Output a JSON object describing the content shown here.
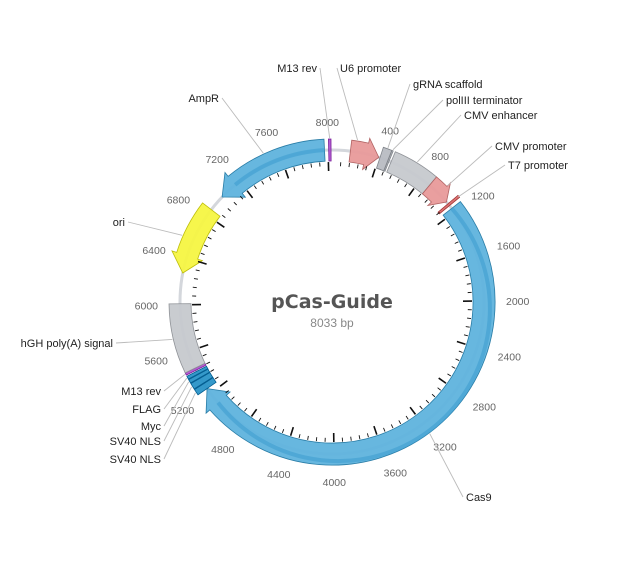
{
  "plasmid": {
    "name": "pCas-Guide",
    "length_label": "8033 bp",
    "length": 8033
  },
  "ticks": {
    "major": [
      400,
      800,
      1200,
      1600,
      2000,
      2400,
      2800,
      3200,
      3600,
      4000,
      4400,
      4800,
      5200,
      5600,
      6000,
      6400,
      6800,
      7200,
      7600,
      8000
    ],
    "major_labels": [
      "400",
      "800",
      "1200",
      "1600",
      "2000",
      "2400",
      "2800",
      "3200",
      "3600",
      "4000",
      "4400",
      "4800",
      "5200",
      "5600",
      "6000",
      "6400",
      "6800",
      "7200",
      "7600",
      "8000"
    ],
    "minor_step": 80
  },
  "features": [
    {
      "name": "U6 promoter",
      "start": 155,
      "end": 400,
      "strand": 1,
      "color": "#e89a9a",
      "type": "arrow"
    },
    {
      "name": "gRNA scaffold",
      "start": 410,
      "end": 480,
      "strand": 0,
      "color": "#b8bcc2",
      "type": "box"
    },
    {
      "name": "polIII terminator",
      "start": 482,
      "end": 492,
      "strand": 0,
      "color": "#b8bcc2",
      "type": "box"
    },
    {
      "name": "CMV enhancer",
      "start": 510,
      "end": 890,
      "strand": 0,
      "color": "#c6c9ce",
      "type": "box"
    },
    {
      "name": "CMV promoter",
      "start": 890,
      "end": 1090,
      "strand": 1,
      "color": "#e89a9a",
      "type": "arrow"
    },
    {
      "name": "T7 promoter",
      "start": 1110,
      "end": 1130,
      "strand": 1,
      "color": "#d96b6b",
      "type": "thin"
    },
    {
      "name": "Cas9",
      "start": 1160,
      "end": 5250,
      "strand": 1,
      "color": "#5fb3dd",
      "type": "arrow"
    },
    {
      "name": "SV40 NLS",
      "start": 5250,
      "end": 5300,
      "strand": 0,
      "color": "#2a93c7",
      "type": "box"
    },
    {
      "name": "SV40 NLS",
      "start": 5305,
      "end": 5355,
      "strand": 0,
      "color": "#2a93c7",
      "type": "box"
    },
    {
      "name": "Myc",
      "start": 5360,
      "end": 5390,
      "strand": 0,
      "color": "#2a93c7",
      "type": "box"
    },
    {
      "name": "FLAG",
      "start": 5395,
      "end": 5420,
      "strand": 0,
      "color": "#2a93c7",
      "type": "box"
    },
    {
      "name": "M13 rev",
      "start": 5430,
      "end": 5450,
      "strand": 0,
      "color": "#b055d0",
      "type": "box"
    },
    {
      "name": "hGH poly(A) signal",
      "start": 5450,
      "end": 6010,
      "strand": 0,
      "color": "#c6c9ce",
      "type": "box"
    },
    {
      "name": "ori",
      "start": 6270,
      "end": 6860,
      "strand": -1,
      "color": "#f5f542",
      "type": "arrow"
    },
    {
      "name": "AmpR",
      "start": 7000,
      "end": 7970,
      "strand": -1,
      "color": "#5fb3dd",
      "type": "arrow"
    },
    {
      "name": "M13 rev",
      "start": 8005,
      "end": 8025,
      "strand": 0,
      "color": "#b055d0",
      "type": "box"
    }
  ],
  "labels": [
    {
      "text": "M13 rev",
      "pos": 8015,
      "side": "top"
    },
    {
      "text": "U6 promoter",
      "pos": 200,
      "side": "right"
    },
    {
      "text": "gRNA scaffold",
      "pos": 445,
      "side": "right"
    },
    {
      "text": "polIII terminator",
      "pos": 487,
      "side": "right"
    },
    {
      "text": "CMV enhancer",
      "pos": 700,
      "side": "right"
    },
    {
      "text": "CMV promoter",
      "pos": 1000,
      "side": "right"
    },
    {
      "text": "T7 promoter",
      "pos": 1120,
      "side": "right"
    },
    {
      "text": "Cas9",
      "pos": 3200,
      "side": "right"
    },
    {
      "text": "SV40 NLS",
      "pos": 5275,
      "side": "left"
    },
    {
      "text": "SV40 NLS",
      "pos": 5330,
      "side": "left"
    },
    {
      "text": "Myc",
      "pos": 5375,
      "side": "left"
    },
    {
      "text": "FLAG",
      "pos": 5407,
      "side": "left"
    },
    {
      "text": "M13 rev",
      "pos": 5440,
      "side": "left"
    },
    {
      "text": "hGH poly(A) signal",
      "pos": 5730,
      "side": "left"
    },
    {
      "text": "ori",
      "pos": 6560,
      "side": "left"
    },
    {
      "text": "AmpR",
      "pos": 7480,
      "side": "left"
    }
  ],
  "colors": {
    "backbone": "#d4d7dc",
    "tick": "#111111",
    "leader": "#bbbbbb",
    "title": "#555555",
    "subtitle": "#888888"
  }
}
